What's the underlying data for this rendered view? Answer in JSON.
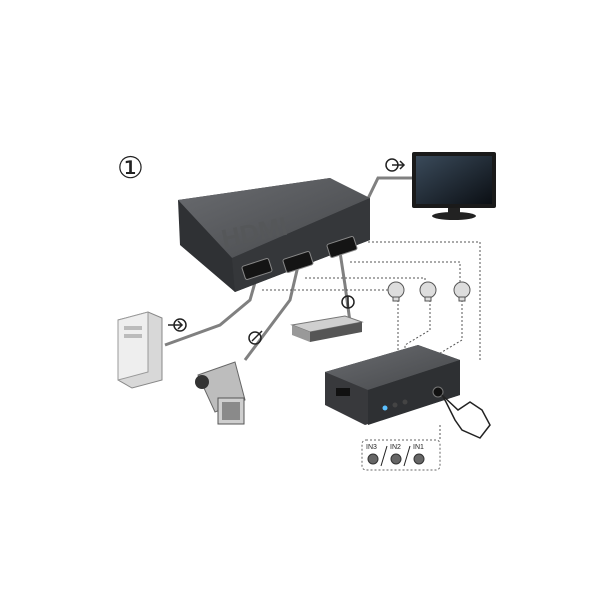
{
  "step_marker": "①",
  "device_logo": "HDMI",
  "input_labels": [
    "IN3",
    "IN2",
    "IN1"
  ],
  "icons": {
    "output": "arrow-out-circle-icon",
    "input": "arrow-in-circle-icon",
    "indicator": "led-bulb-icon",
    "hand": "pointing-hand-icon"
  },
  "colors": {
    "device_body": "#3f4144",
    "device_top": "#5a5c60",
    "cable": "#7a7a7a",
    "dotted_line": "#555555"
  }
}
